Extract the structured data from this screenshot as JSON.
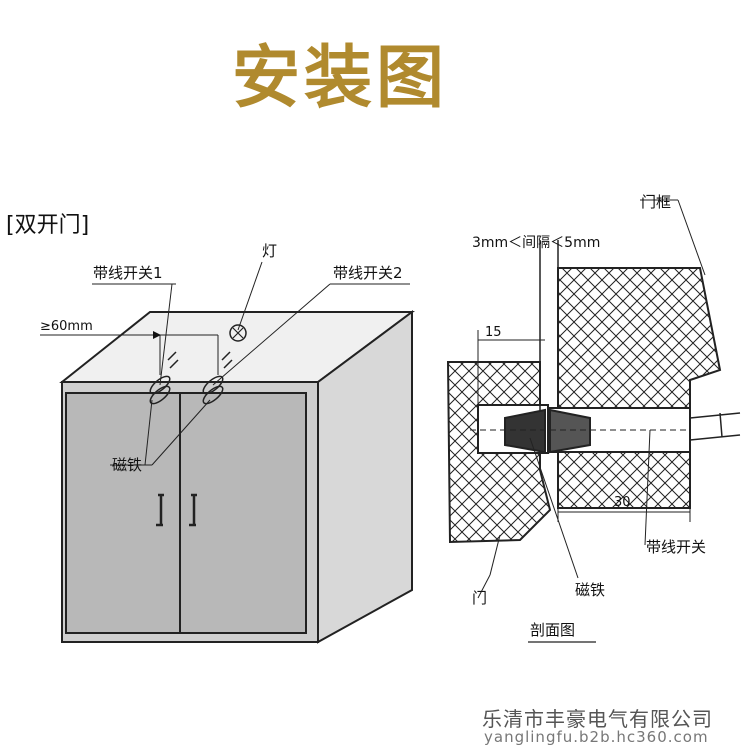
{
  "title": "安装图",
  "left_diagram": {
    "heading": "[双开门]",
    "labels": {
      "switch1": "带线开关1",
      "switch2": "带线开关2",
      "lamp": "灯",
      "distance": "≥60mm",
      "magnet": "磁铁"
    }
  },
  "right_diagram": {
    "labels": {
      "frame": "门框",
      "gap": "3mm＜间隔＜5mm",
      "dim15": "15",
      "dim30": "30",
      "wired_switch": "带线开关",
      "door": "门",
      "magnet": "磁铁",
      "section": "剖面图"
    }
  },
  "footer": {
    "company": "乐清市丰豪电气有限公司",
    "url": "yanglingfu.b2b.hc360.com"
  }
}
